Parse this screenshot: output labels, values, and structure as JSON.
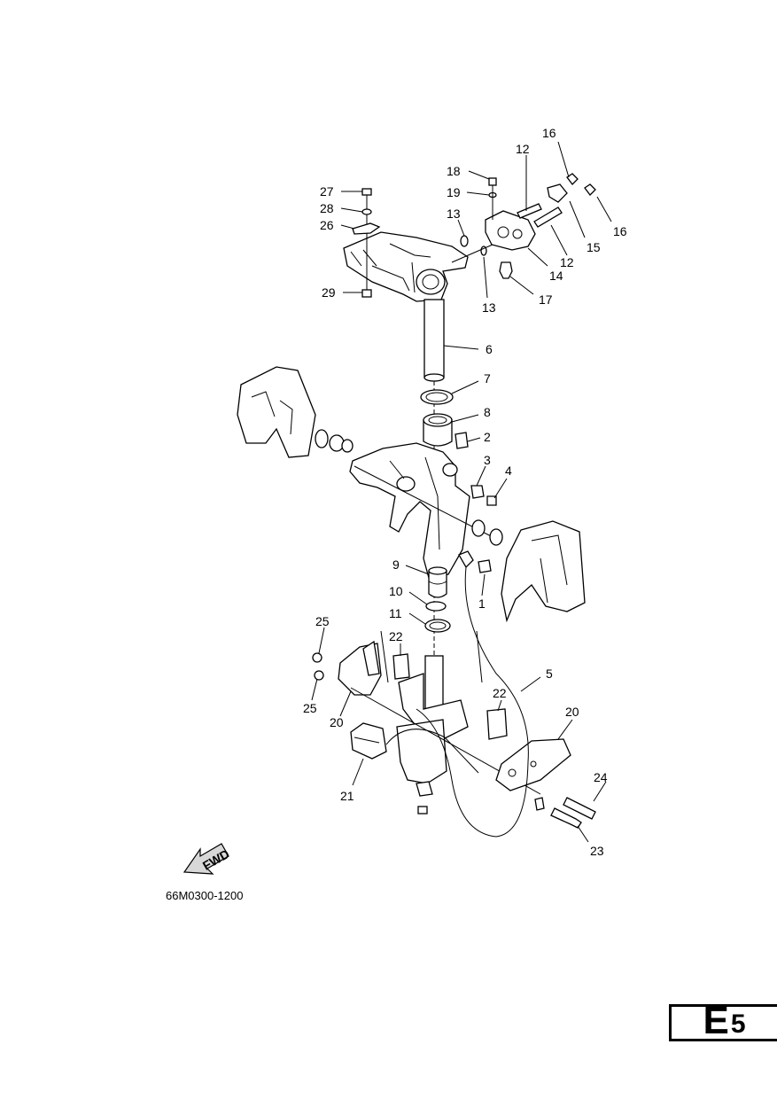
{
  "section": {
    "letter": "E",
    "number": "5"
  },
  "diagram_code": "66M0300-1200",
  "fwd_label": "FWD",
  "callouts": [
    "1",
    "2",
    "3",
    "4",
    "5",
    "6",
    "7",
    "8",
    "9",
    "10",
    "11",
    "12",
    "12",
    "13",
    "13",
    "14",
    "15",
    "16",
    "16",
    "17",
    "18",
    "19",
    "20",
    "20",
    "21",
    "22",
    "22",
    "23",
    "24",
    "25",
    "25",
    "26",
    "27",
    "28",
    "29"
  ]
}
